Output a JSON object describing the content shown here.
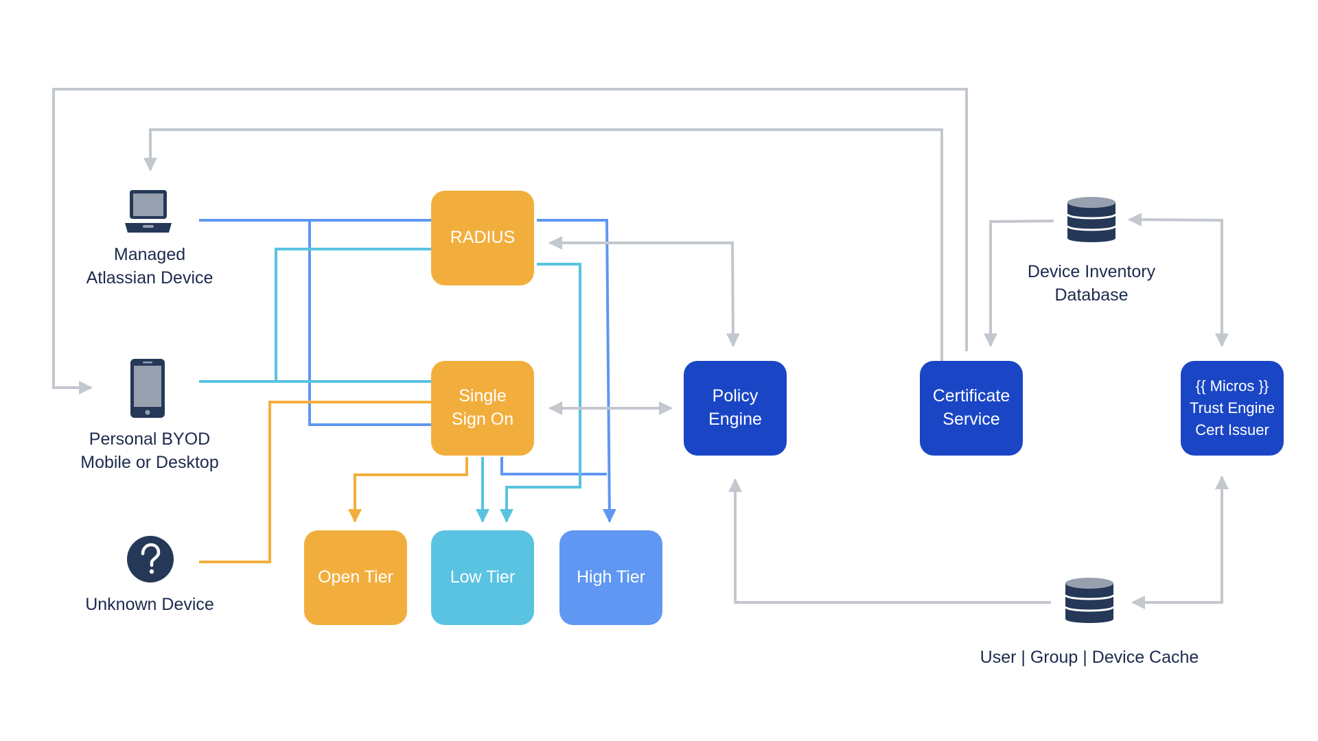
{
  "devices": {
    "managed": "Managed\nAtlassian Device",
    "byod": "Personal BYOD\nMobile or Desktop",
    "unknown": "Unknown Device"
  },
  "services": {
    "radius": "RADIUS",
    "sso": "Single\nSign On",
    "policy_engine": "Policy\nEngine",
    "certificate_service": "Certificate\nService",
    "micros": "{{ Micros }}\nTrust Engine\nCert Issuer"
  },
  "tiers": {
    "open": "Open Tier",
    "low": "Low Tier",
    "high": "High Tier"
  },
  "databases": {
    "device_inventory": "Device Inventory\nDatabase",
    "cache": "User | Group | Device Cache"
  },
  "icons": {
    "managed": "laptop-icon",
    "byod": "smartphone-icon",
    "unknown": "question-mark-icon",
    "device_inventory": "database-icon",
    "cache": "database-icon"
  },
  "colors": {
    "orange": "#f2ae3d",
    "cyan": "#59c3e1",
    "light_blue": "#5f97f2",
    "navy": "#1a46c6",
    "gray": "#c3c7ce",
    "text": "#1d2a4d"
  }
}
